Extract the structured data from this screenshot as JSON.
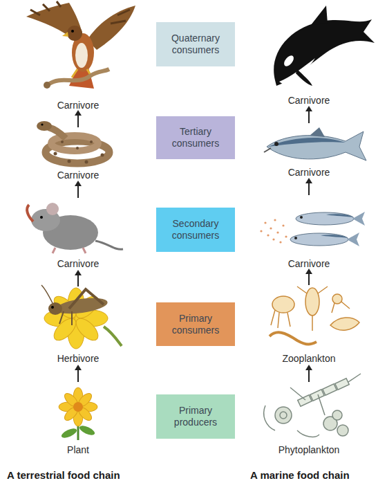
{
  "diagram": {
    "nodes": [
      {
        "text": [
          "Quaternary consumers"
        ]
      },
      {
        "text": [
          "Tertiary consumers"
        ]
      },
      {
        "text": [
          "Secondary consumers"
        ]
      },
      {
        "text": [
          "Primary consumers"
        ]
      },
      {
        "text": [
          "Primary producers"
        ]
      }
    ],
    "labels": [
      "Carnivore",
      "Carnivore",
      "Carnivore",
      "Carnivore",
      "Carnivore",
      "Carnivore",
      "Herbivore",
      "Zooplankton",
      "Plant",
      "Phytoplankton",
      "A terrestrial food chain",
      "A marine food chain"
    ]
  }
}
